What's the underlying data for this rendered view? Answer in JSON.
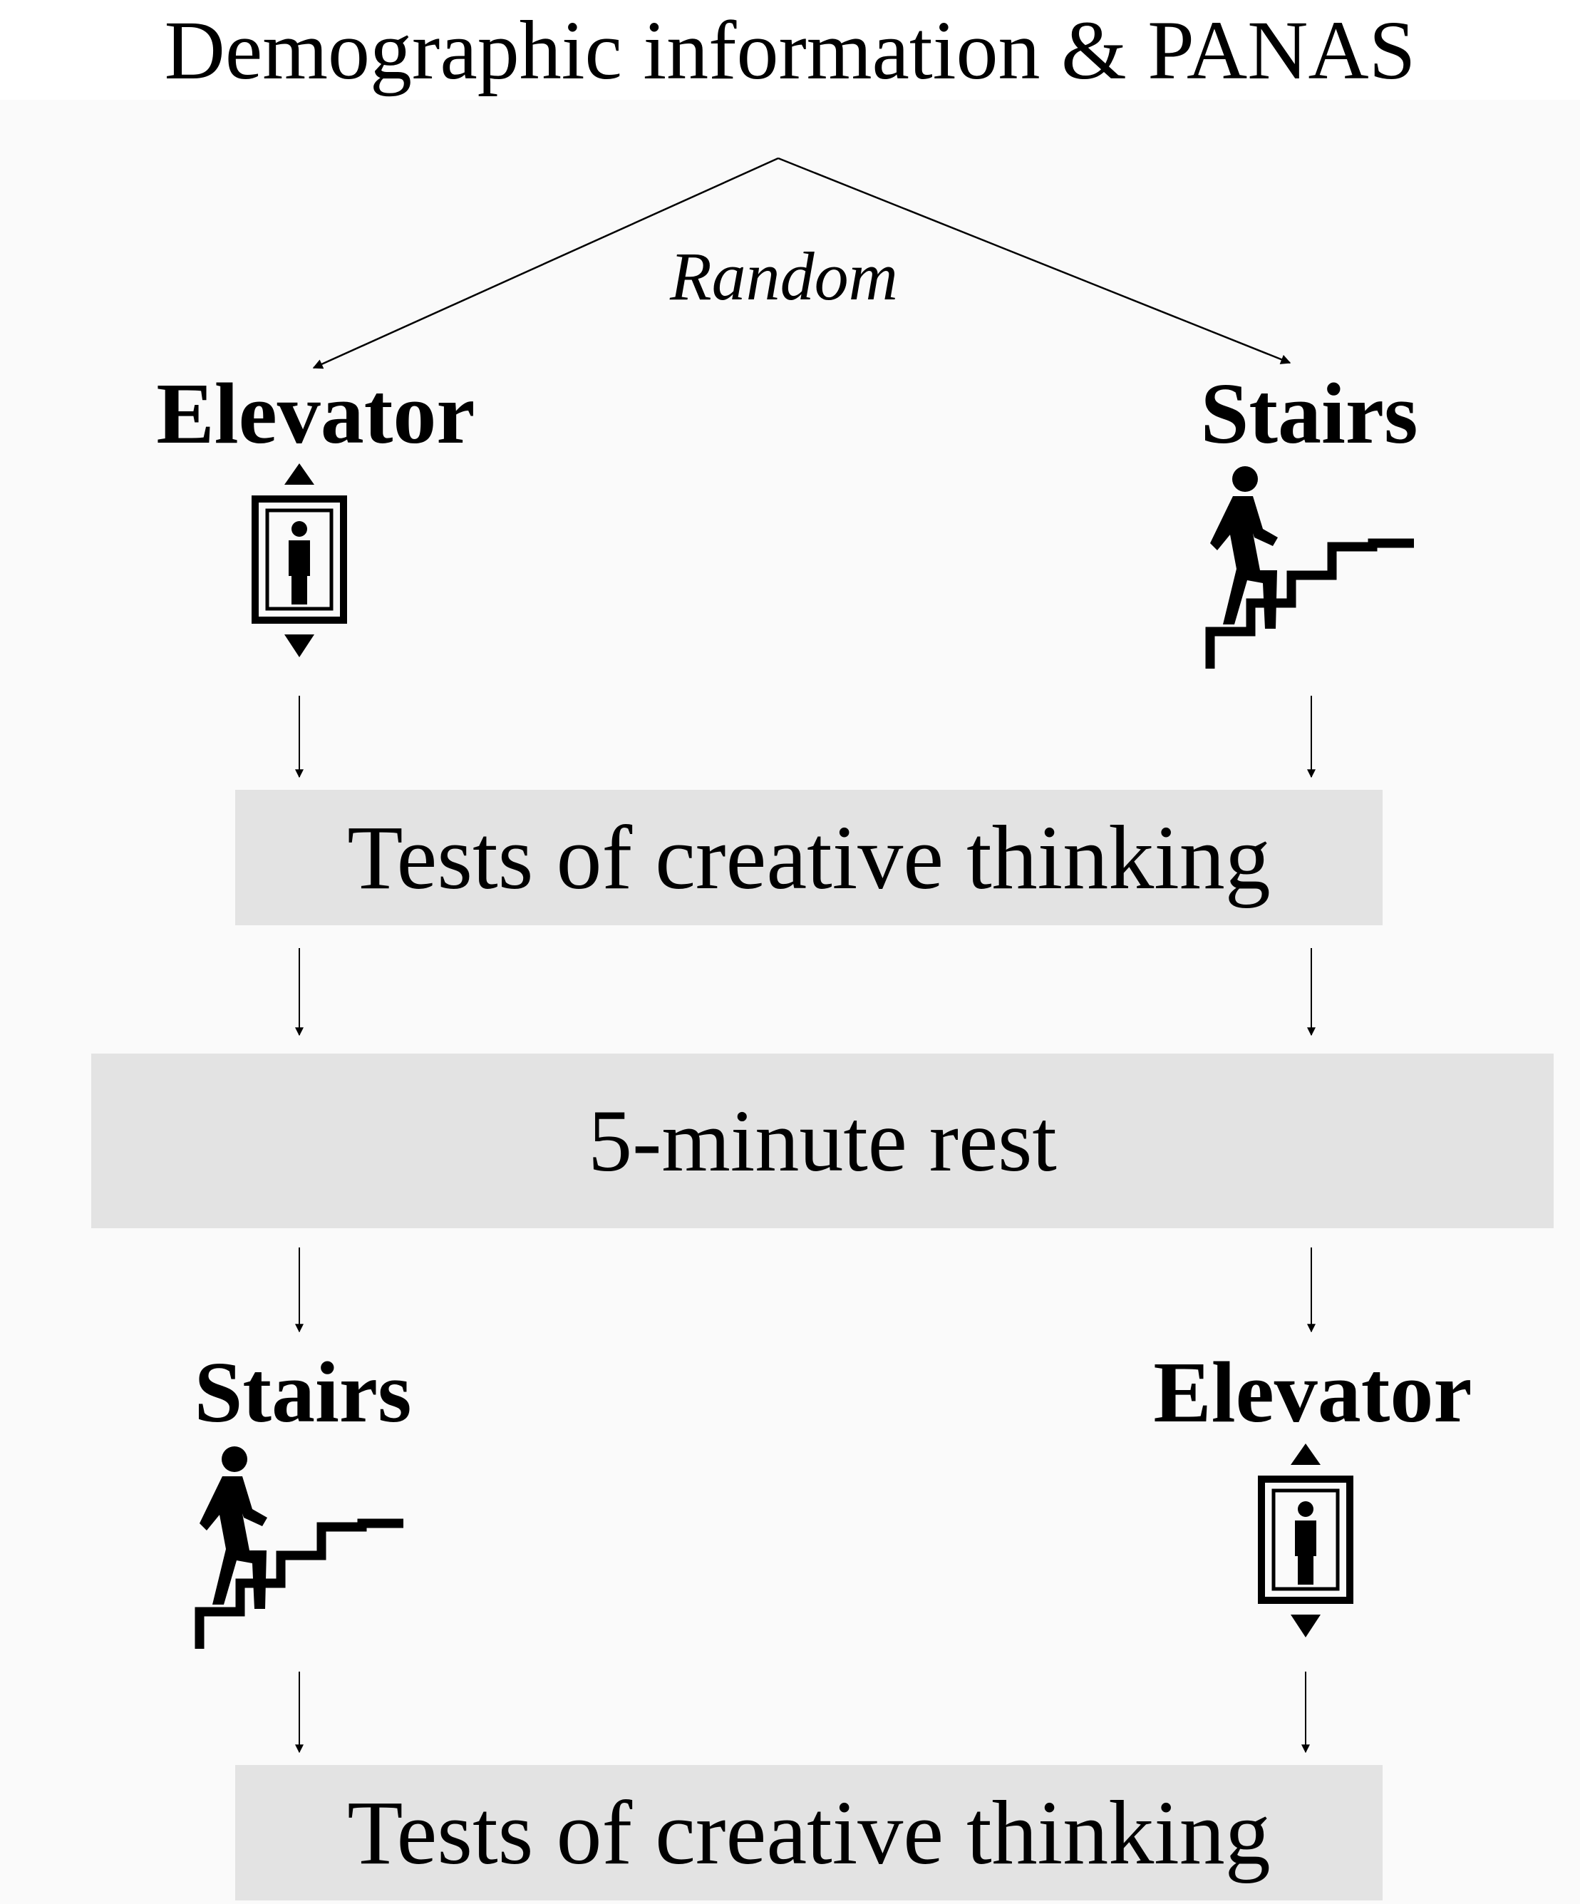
{
  "title": "Demographic information & PANAS",
  "branch_label": "Random",
  "first_session": {
    "left_condition": "Elevator",
    "right_condition": "Stairs"
  },
  "tests_label_1": "Tests of creative thinking",
  "rest_label": "5-minute rest",
  "second_session": {
    "left_condition": "Stairs",
    "right_condition": "Elevator"
  },
  "tests_label_2": "Tests of creative thinking",
  "icons": {
    "elevator": "elevator-icon",
    "stairs": "stairs-climbing-icon"
  },
  "colors": {
    "box_fill": "#e3e3e3",
    "ink": "#000000",
    "background": "#fafafa"
  }
}
